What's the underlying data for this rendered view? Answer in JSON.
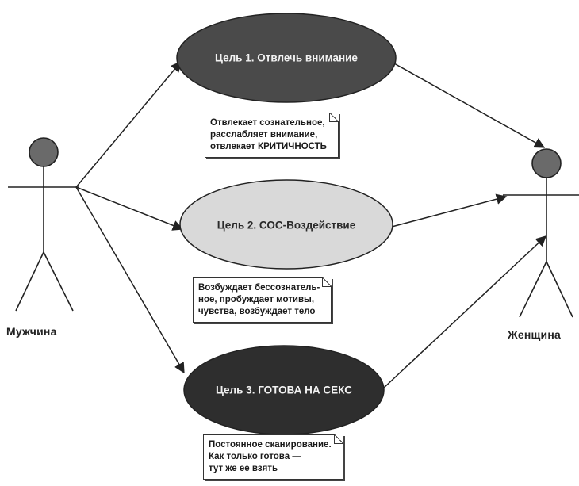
{
  "actors": {
    "left_label": "Мужчина",
    "right_label": "Женщина"
  },
  "goals": [
    {
      "label": "Цель 1. Отвлечь внимание",
      "fill": "#4a4a4a"
    },
    {
      "label": "Цель 2. СОС-Воздействие",
      "fill": "#d9d9d9"
    },
    {
      "label": "Цель 3. ГОТОВА НА СЕКС",
      "fill": "#2e2e2e"
    }
  ],
  "notes": [
    {
      "lines": [
        "Отвлекает сознательное,",
        "расслабляет внимание,",
        "отвлекает КРИТИЧНОСТЬ"
      ]
    },
    {
      "lines": [
        "Возбуждает бессознатель-",
        "ное, пробуждает мотивы,",
        "чувства, возбуждает тело"
      ]
    },
    {
      "lines": [
        "Постоянное сканирование.",
        "Как только готова —",
        "тут же ее взять"
      ]
    }
  ]
}
